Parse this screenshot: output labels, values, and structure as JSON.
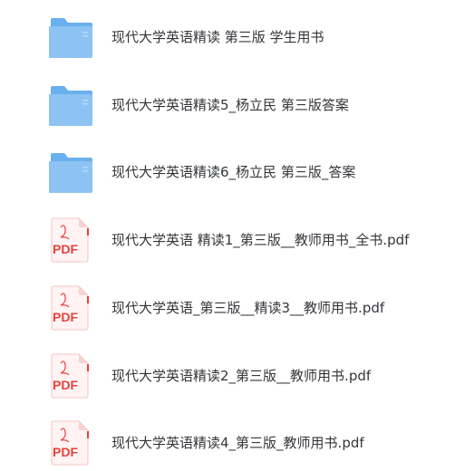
{
  "files": [
    {
      "name": "现代大学英语精读 第三版 学生用书",
      "type": "folder",
      "icon": "folder-icon"
    },
    {
      "name": "现代大学英语精读5_杨立民 第三版答案",
      "type": "folder",
      "icon": "folder-icon"
    },
    {
      "name": "现代大学英语精读6_杨立民 第三版_答案",
      "type": "folder",
      "icon": "folder-icon"
    },
    {
      "name": "现代大学英语 精读1_第三版__教师用书_全书.pdf",
      "type": "pdf",
      "icon": "pdf-file-icon",
      "badge": "PDF"
    },
    {
      "name": "现代大学英语_第三版__精读3__教师用书.pdf",
      "type": "pdf",
      "icon": "pdf-file-icon",
      "badge": "PDF"
    },
    {
      "name": "现代大学英语精读2_第三版__教师用书.pdf",
      "type": "pdf",
      "icon": "pdf-file-icon",
      "badge": "PDF"
    },
    {
      "name": "现代大学英语精读4_第三版_教师用书.pdf",
      "type": "pdf",
      "icon": "pdf-file-icon",
      "badge": "PDF"
    }
  ],
  "colors": {
    "folder_front": "#8cc3f3",
    "folder_back": "#6ab0ee",
    "pdf_red": "#e8413d",
    "text": "#33363a"
  }
}
